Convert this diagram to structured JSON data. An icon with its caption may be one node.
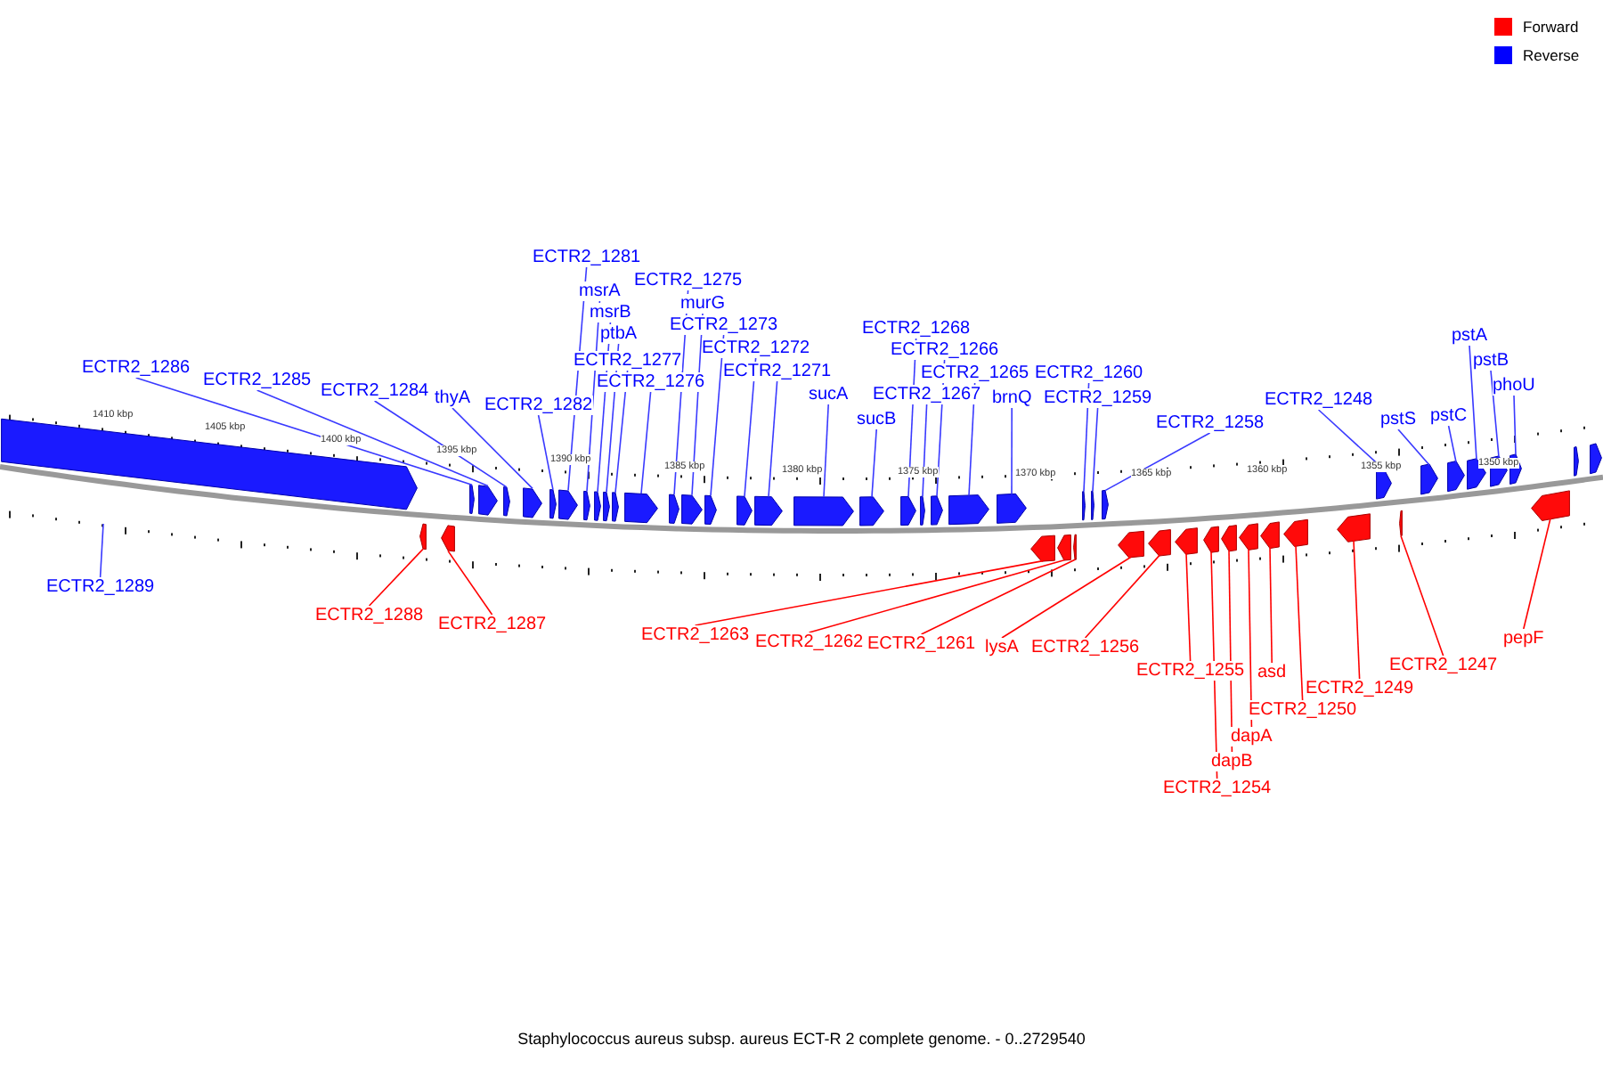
{
  "diagram": {
    "caption": "Staphylococcus aureus subsp. aureus ECT-R 2 complete genome. - 0..2729540",
    "nodes": [
      {
        "text": [
          "ECTR2_1286"
        ]
      },
      {
        "text": [
          "ECTR2_1285"
        ]
      },
      {
        "text": [
          "ECTR2_1284"
        ]
      },
      {
        "text": [
          "thyA"
        ]
      },
      {
        "text": [
          "ECTR2_1282"
        ]
      },
      {
        "text": [
          "ECTR2_1281"
        ]
      },
      {
        "text": [
          "msrA"
        ]
      },
      {
        "text": [
          "msrB"
        ]
      },
      {
        "text": [
          "ptbA"
        ]
      },
      {
        "text": [
          "ECTR2_1277"
        ]
      },
      {
        "text": [
          "ECTR2_1276"
        ]
      },
      {
        "text": [
          "ECTR2_1275"
        ]
      },
      {
        "text": [
          "murG"
        ]
      },
      {
        "text": [
          "ECTR2_1273"
        ]
      },
      {
        "text": [
          "ECTR2_1272"
        ]
      },
      {
        "text": [
          "ECTR2_1271"
        ]
      },
      {
        "text": [
          "sucA"
        ]
      },
      {
        "text": [
          "sucB"
        ]
      },
      {
        "text": [
          "ECTR2_1268"
        ]
      },
      {
        "text": [
          "ECTR2_1266"
        ]
      },
      {
        "text": [
          "ECTR2_1265"
        ]
      },
      {
        "text": [
          "ECTR2_1267"
        ]
      },
      {
        "text": [
          "brnQ"
        ]
      },
      {
        "text": [
          "ECTR2_1260"
        ]
      },
      {
        "text": [
          "ECTR2_1259"
        ]
      },
      {
        "text": [
          "ECTR2_1258"
        ]
      },
      {
        "text": [
          "ECTR2_1248"
        ]
      },
      {
        "text": [
          "pstS"
        ]
      },
      {
        "text": [
          "pstC"
        ]
      },
      {
        "text": [
          "pstA"
        ]
      },
      {
        "text": [
          "pstB"
        ]
      },
      {
        "text": [
          "phoU"
        ]
      },
      {
        "text": [
          "ECTR2_1289"
        ]
      },
      {
        "text": [
          "ECTR2_1288"
        ]
      },
      {
        "text": [
          "ECTR2_1287"
        ]
      },
      {
        "text": [
          "ECTR2_1263"
        ]
      },
      {
        "text": [
          "ECTR2_1262"
        ]
      },
      {
        "text": [
          "ECTR2_1261"
        ]
      },
      {
        "text": [
          "lysA"
        ]
      },
      {
        "text": [
          "ECTR2_1256"
        ]
      },
      {
        "text": [
          "ECTR2_1255"
        ]
      },
      {
        "text": [
          "ECTR2_1254"
        ]
      },
      {
        "text": [
          "dapB"
        ]
      },
      {
        "text": [
          "dapA"
        ]
      },
      {
        "text": [
          "asd"
        ]
      },
      {
        "text": [
          "ECTR2_1250"
        ]
      },
      {
        "text": [
          "ECTR2_1249"
        ]
      },
      {
        "text": [
          "ECTR2_1247"
        ]
      },
      {
        "text": [
          "pepF"
        ]
      },
      {
        "text": [],
        "shape": "arrow"
      },
      {
        "text": [],
        "shape": "arrow"
      },
      {
        "text": [],
        "shape": "arrow"
      },
      {
        "text": [],
        "shape": "arrow"
      },
      {
        "text": [],
        "shape": "arrow"
      },
      {
        "text": [],
        "shape": "arrow"
      },
      {
        "text": [],
        "shape": "arrow"
      },
      {
        "text": [],
        "shape": "arrow"
      },
      {
        "text": [],
        "shape": "arrow"
      },
      {
        "text": [],
        "shape": "arrow"
      },
      {
        "text": [],
        "shape": "arrow"
      },
      {
        "text": [],
        "shape": "arrow"
      },
      {
        "text": [],
        "shape": "arrow"
      },
      {
        "text": [],
        "shape": "arrow"
      },
      {
        "text": [],
        "shape": "arrow"
      },
      {
        "text": [],
        "shape": "arrow"
      },
      {
        "text": [],
        "shape": "arrow"
      },
      {
        "text": [],
        "shape": "arrow"
      },
      {
        "text": [],
        "shape": "arrow"
      },
      {
        "text": [],
        "shape": "arrow"
      },
      {
        "text": [],
        "shape": "arrow"
      },
      {
        "text": [],
        "shape": "arrow"
      },
      {
        "text": [],
        "shape": "arrow"
      },
      {
        "text": [],
        "shape": "arrow"
      },
      {
        "text": [],
        "shape": "arrow"
      },
      {
        "text": [],
        "shape": "arrow"
      },
      {
        "text": [],
        "shape": "arrow"
      },
      {
        "text": [],
        "shape": "arrow"
      },
      {
        "text": [],
        "shape": "arrow"
      },
      {
        "text": [],
        "shape": "arrow"
      },
      {
        "text": [],
        "shape": "arrow"
      },
      {
        "text": [],
        "shape": "arrow"
      },
      {
        "text": [],
        "shape": "arrow"
      },
      {
        "text": [],
        "shape": "arrow"
      },
      {
        "text": [],
        "shape": "arrow"
      },
      {
        "text": [],
        "shape": "arrow"
      },
      {
        "text": [],
        "shape": "arrow"
      },
      {
        "text": [],
        "shape": "arrow"
      },
      {
        "text": [],
        "shape": "arrow"
      },
      {
        "text": [],
        "shape": "arrow"
      },
      {
        "text": [],
        "shape": "arrow"
      },
      {
        "text": [],
        "shape": "arrow"
      },
      {
        "text": [],
        "shape": "arrow"
      },
      {
        "text": [],
        "shape": "arrow"
      },
      {
        "text": [],
        "shape": "arrow"
      },
      {
        "text": [],
        "shape": "arrow"
      },
      {
        "text": [],
        "shape": "arrow"
      },
      {
        "text": [],
        "shape": "arrow"
      },
      {
        "text": [],
        "shape": "arrow"
      },
      {
        "text": [],
        "shape": "arrow"
      },
      {
        "text": [],
        "shape": "arrow"
      }
    ],
    "edges": [
      {
        "from": 0,
        "to": 50,
        "arrow": "none"
      },
      {
        "from": 1,
        "to": 51,
        "arrow": "none"
      },
      {
        "from": 2,
        "to": 52,
        "arrow": "none"
      },
      {
        "from": 3,
        "to": 53,
        "arrow": "none"
      },
      {
        "from": 4,
        "to": 54,
        "arrow": "none"
      },
      {
        "from": 5,
        "to": 55,
        "arrow": "none"
      },
      {
        "from": 6,
        "to": 56,
        "arrow": "none"
      },
      {
        "from": 7,
        "to": 57,
        "arrow": "none"
      },
      {
        "from": 8,
        "to": 58,
        "arrow": "none"
      },
      {
        "from": 9,
        "to": 59,
        "arrow": "none"
      },
      {
        "from": 10,
        "to": 60,
        "arrow": "none"
      },
      {
        "from": 11,
        "to": 61,
        "arrow": "none"
      },
      {
        "from": 12,
        "to": 62,
        "arrow": "none"
      },
      {
        "from": 13,
        "to": 63,
        "arrow": "none"
      },
      {
        "from": 14,
        "to": 64,
        "arrow": "none"
      },
      {
        "from": 15,
        "to": 65,
        "arrow": "none"
      },
      {
        "from": 16,
        "to": 66,
        "arrow": "none"
      },
      {
        "from": 17,
        "to": 67,
        "arrow": "none"
      },
      {
        "from": 18,
        "to": 68,
        "arrow": "none"
      },
      {
        "from": 19,
        "to": 70,
        "arrow": "none"
      },
      {
        "from": 20,
        "to": 71,
        "arrow": "none"
      },
      {
        "from": 21,
        "to": 69,
        "arrow": "none"
      },
      {
        "from": 22,
        "to": 72,
        "arrow": "none"
      },
      {
        "from": 23,
        "to": 73,
        "arrow": "none"
      },
      {
        "from": 24,
        "to": 74,
        "arrow": "none"
      },
      {
        "from": 25,
        "to": 75,
        "arrow": "none"
      },
      {
        "from": 26,
        "to": 76,
        "arrow": "none"
      },
      {
        "from": 27,
        "to": 77,
        "arrow": "none"
      },
      {
        "from": 28,
        "to": 78,
        "arrow": "none"
      },
      {
        "from": 29,
        "to": 79,
        "arrow": "none"
      },
      {
        "from": 30,
        "to": 80,
        "arrow": "none"
      },
      {
        "from": 31,
        "to": 81,
        "arrow": "none"
      },
      {
        "from": 32,
        "to": null,
        "arrow": "none"
      },
      {
        "from": 33,
        "to": 84,
        "arrow": "none",
        "color": "#ff0000"
      },
      {
        "from": 34,
        "to": 85,
        "arrow": "none",
        "color": "#ff0000"
      },
      {
        "from": 35,
        "to": 86,
        "arrow": "none",
        "color": "#ff0000"
      },
      {
        "from": 36,
        "to": 87,
        "arrow": "none",
        "color": "#ff0000"
      },
      {
        "from": 37,
        "to": 88,
        "arrow": "none",
        "color": "#ff0000"
      },
      {
        "from": 38,
        "to": 89,
        "arrow": "none",
        "color": "#ff0000"
      },
      {
        "from": 39,
        "to": 90,
        "arrow": "none",
        "color": "#ff0000"
      },
      {
        "from": 40,
        "to": 91,
        "arrow": "none",
        "color": "#ff0000"
      },
      {
        "from": 41,
        "to": 92,
        "arrow": "none",
        "color": "#ff0000"
      },
      {
        "from": 42,
        "to": 93,
        "arrow": "none",
        "color": "#ff0000"
      },
      {
        "from": 43,
        "to": 94,
        "arrow": "none",
        "color": "#ff0000"
      },
      {
        "from": 44,
        "to": 95,
        "arrow": "none",
        "color": "#ff0000"
      },
      {
        "from": 45,
        "to": 96,
        "arrow": "none",
        "color": "#ff0000"
      },
      {
        "from": 46,
        "to": 97,
        "arrow": "none",
        "color": "#ff0000"
      },
      {
        "from": 47,
        "to": 98,
        "arrow": "none",
        "color": "#ff0000"
      },
      {
        "from": 48,
        "to": 99,
        "arrow": "none",
        "color": "#ff0000"
      }
    ],
    "labels": [
      "1410 kbp",
      "1405 kbp",
      "1400 kbp",
      "1395 kbp",
      "1390 kbp",
      "1385 kbp",
      "1380 kbp",
      "1375 kbp",
      "1370 kbp",
      "1365 kbp",
      "1360 kbp",
      "1355 kbp",
      "1350 kbp"
    ],
    "legend": [
      {
        "text": "Forward",
        "color": "#ff0000"
      },
      {
        "text": "Reverse",
        "color": "#0000ff"
      }
    ]
  }
}
